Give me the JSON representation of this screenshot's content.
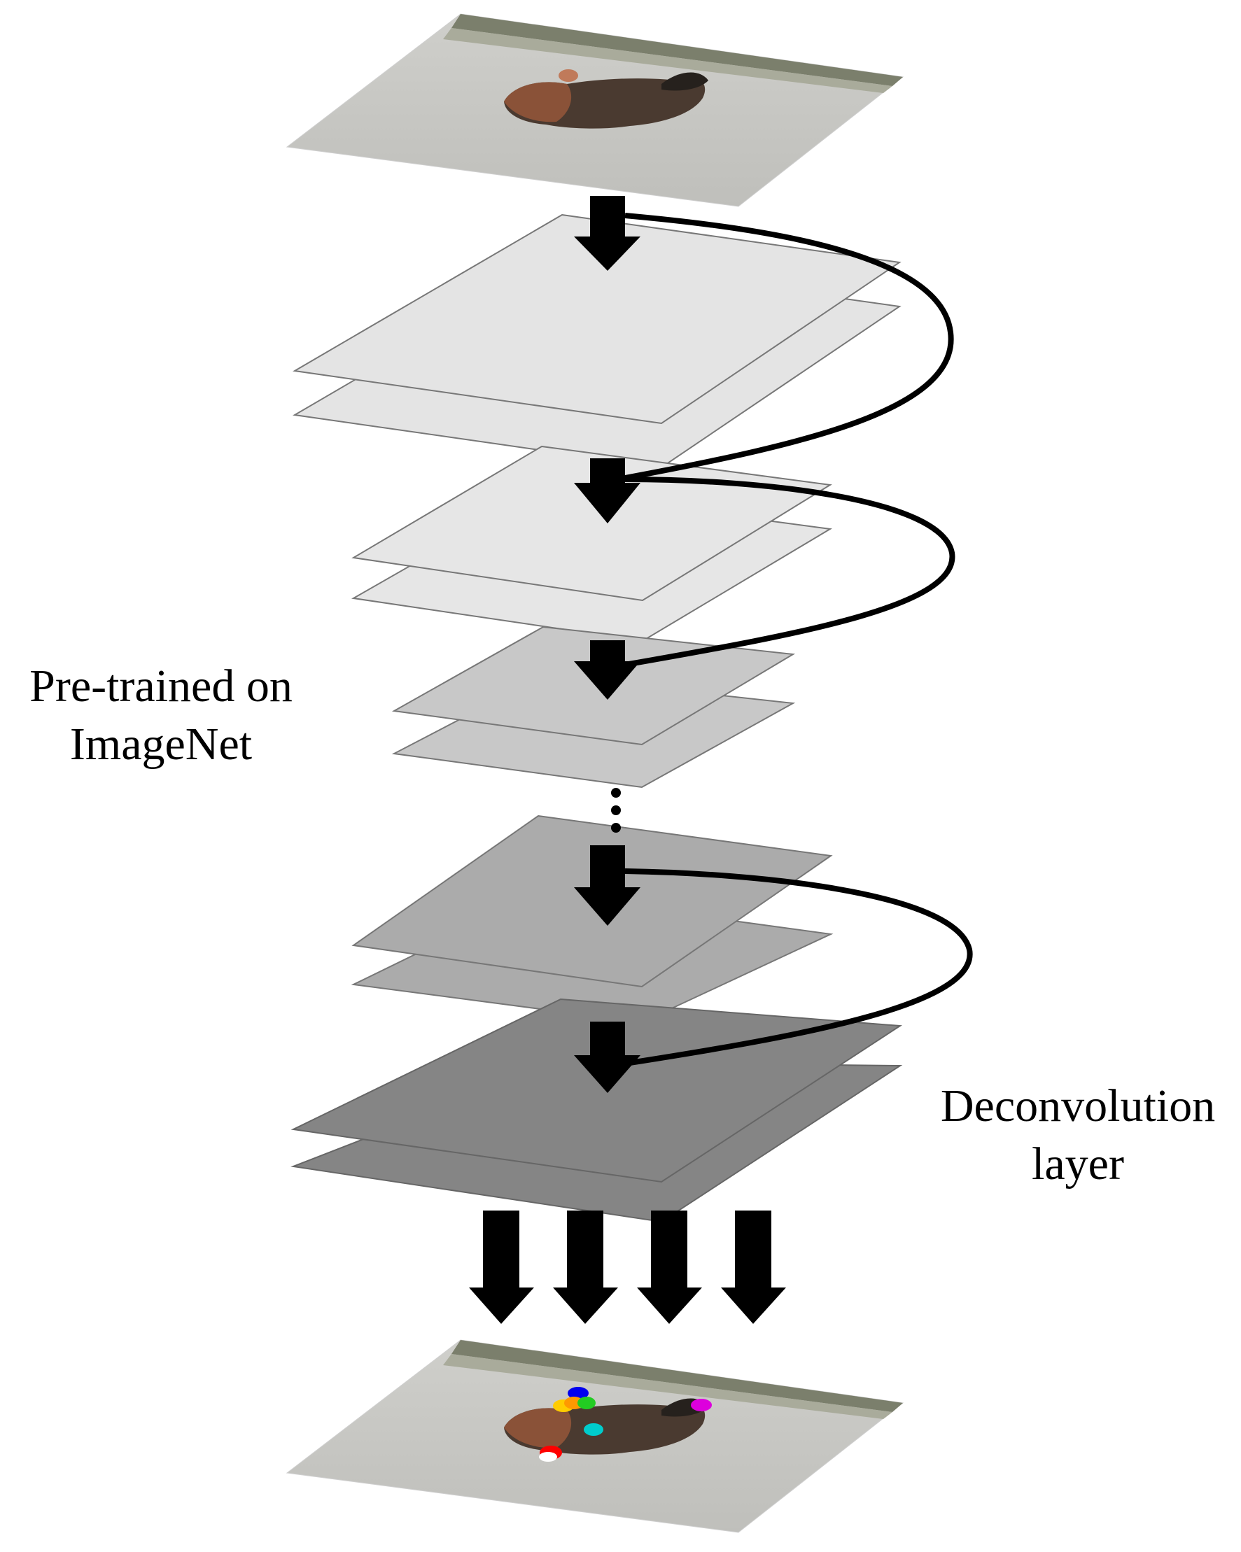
{
  "labels": {
    "pretrained_line1": "Pre-trained on",
    "pretrained_line2": "ImageNet",
    "deconv_line1": "Deconvolution",
    "deconv_line2": "layer"
  },
  "colors": {
    "layer_light": "#e3e3e3",
    "layer_mid": "#c8c8c8",
    "layer_dark_mid": "#a9a9a9",
    "layer_dark": "#858585",
    "arrow": "#000000",
    "keypoints": [
      "#0000ee",
      "#ffcc00",
      "#ff9900",
      "#22cc22",
      "#00cccc",
      "#dd00dd",
      "#ff0000",
      "#ffffff"
    ]
  },
  "icons": {
    "input_image": "chicken-photo-icon",
    "output_image": "chicken-keypoints-photo-icon"
  }
}
